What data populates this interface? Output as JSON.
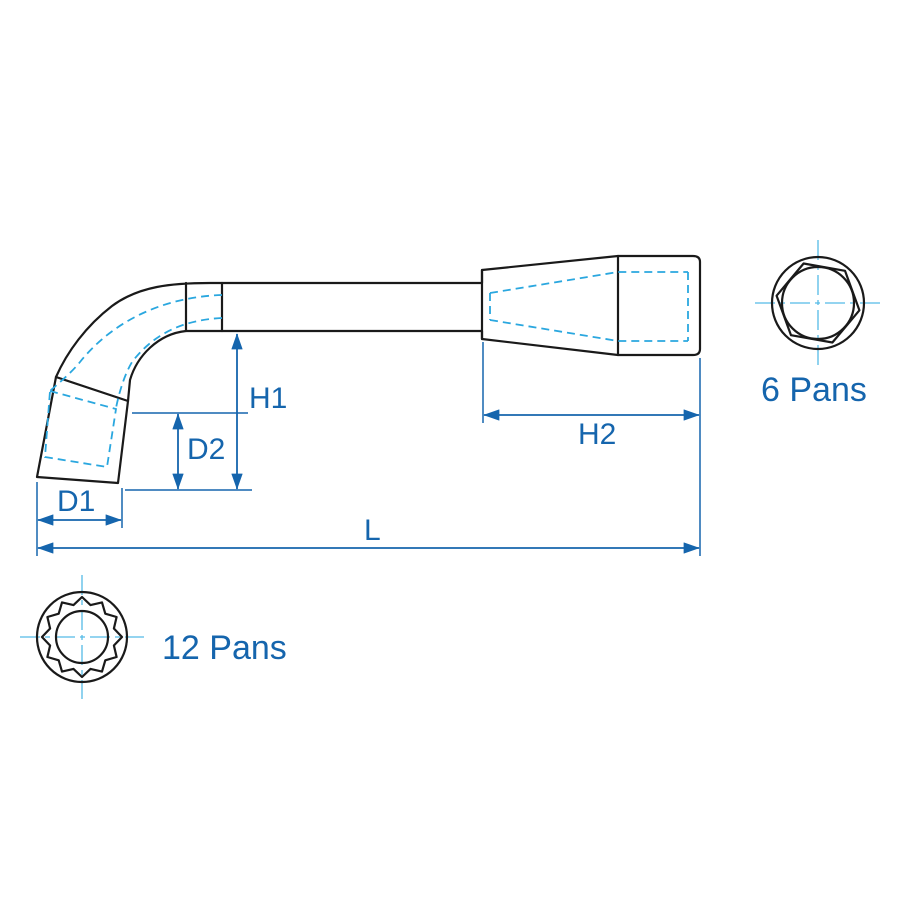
{
  "page": {
    "background": "#ffffff"
  },
  "drawing": {
    "dimensions": {
      "d1": "D1",
      "d2": "D2",
      "h1": "H1",
      "h2": "H2",
      "length": "L"
    },
    "section_labels": {
      "hex": "6 Pans",
      "twelve_point": "12 Pans"
    },
    "colors": {
      "outline": "#1a1a1a",
      "hidden_line": "#2aa7df",
      "center_line": "#55bbe6",
      "dimension": "#1565ad",
      "label_text": "#1565ad"
    }
  }
}
